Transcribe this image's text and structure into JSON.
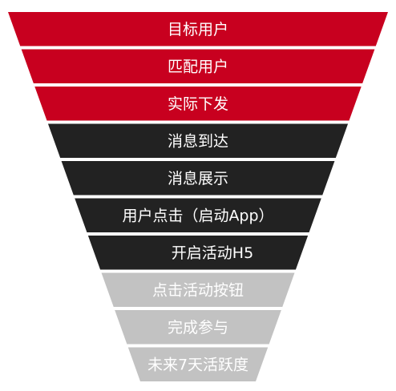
{
  "funnel": {
    "stages": [
      {
        "label": "目标用户",
        "color": "#c8001f"
      },
      {
        "label": "匹配用户",
        "color": "#c8001f"
      },
      {
        "label": "实际下发",
        "color": "#c8001f"
      },
      {
        "label": "消息到达",
        "color": "#222222"
      },
      {
        "label": "消息展示",
        "color": "#222222"
      },
      {
        "label": "用户点击（启动App）",
        "color": "#222222"
      },
      {
        "label": "开启活动H5",
        "color": "#222222"
      },
      {
        "label": "点击活动按钮",
        "color": "#c2c2c2"
      },
      {
        "label": "完成参与",
        "color": "#c2c2c2"
      },
      {
        "label": "未来7天活跃度",
        "color": "#c2c2c2"
      }
    ]
  }
}
